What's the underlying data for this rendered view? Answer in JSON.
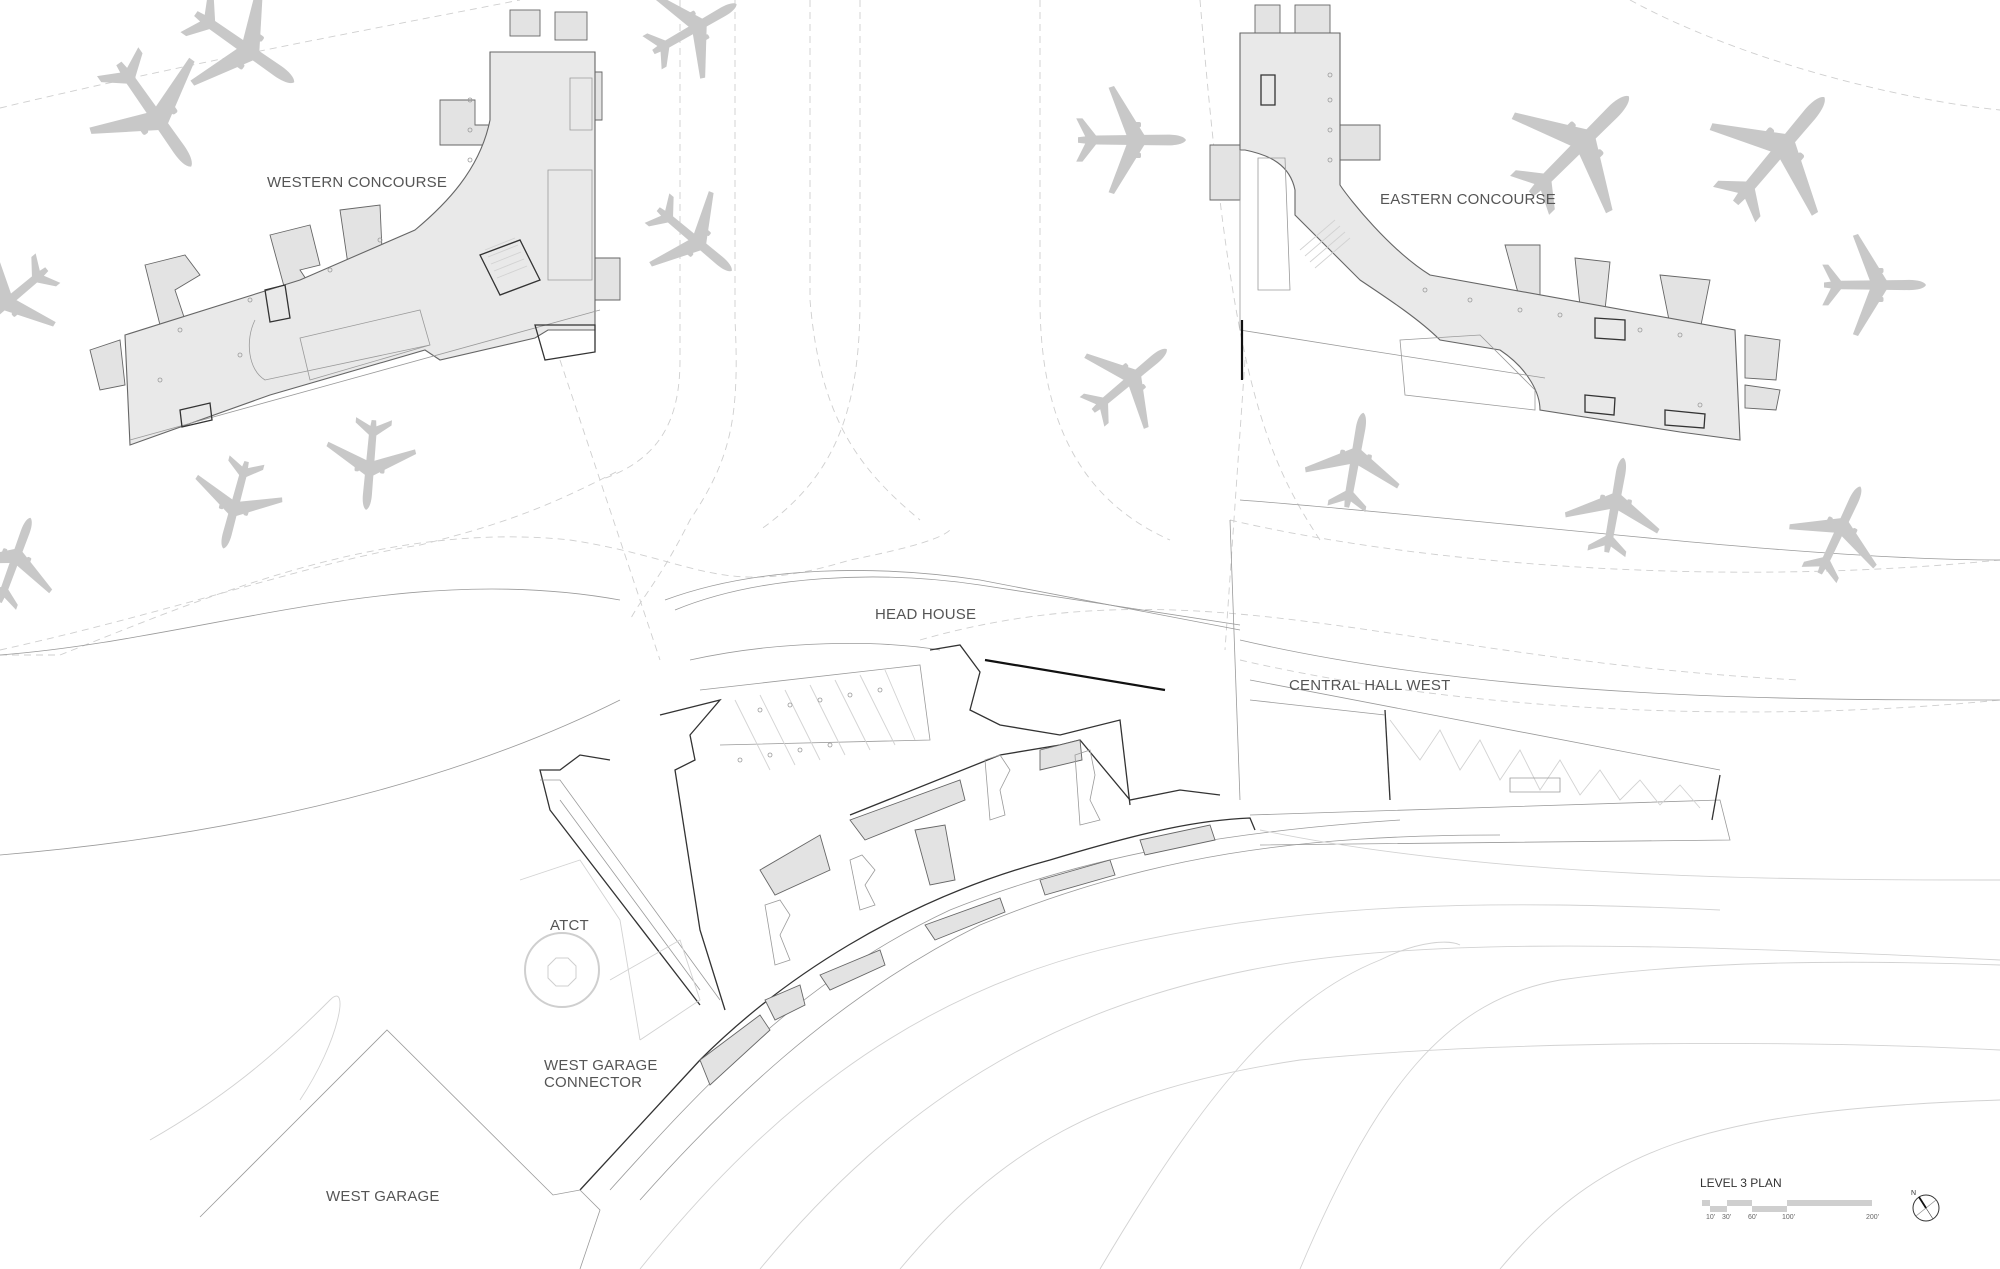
{
  "drawing": {
    "title": "LEVEL 3 PLAN",
    "labels": {
      "western_concourse": "WESTERN CONCOURSE",
      "eastern_concourse": "EASTERN CONCOURSE",
      "head_house": "HEAD HOUSE",
      "central_hall_west": "CENTRAL HALL WEST",
      "atct": "ATCT",
      "west_garage_connector": "WEST GARAGE CONNECTOR",
      "west_garage": "WEST GARAGE"
    },
    "scale_bar": {
      "ticks": [
        "10'",
        "30'",
        "60'",
        "100'",
        "200'"
      ]
    },
    "north_arrow": {
      "label": "N"
    },
    "colors": {
      "background": "#ffffff",
      "concourse_fill": "#e9e9e9",
      "aircraft": "#c8c8c8",
      "label_text": "#555555",
      "linework": "#666666"
    }
  }
}
